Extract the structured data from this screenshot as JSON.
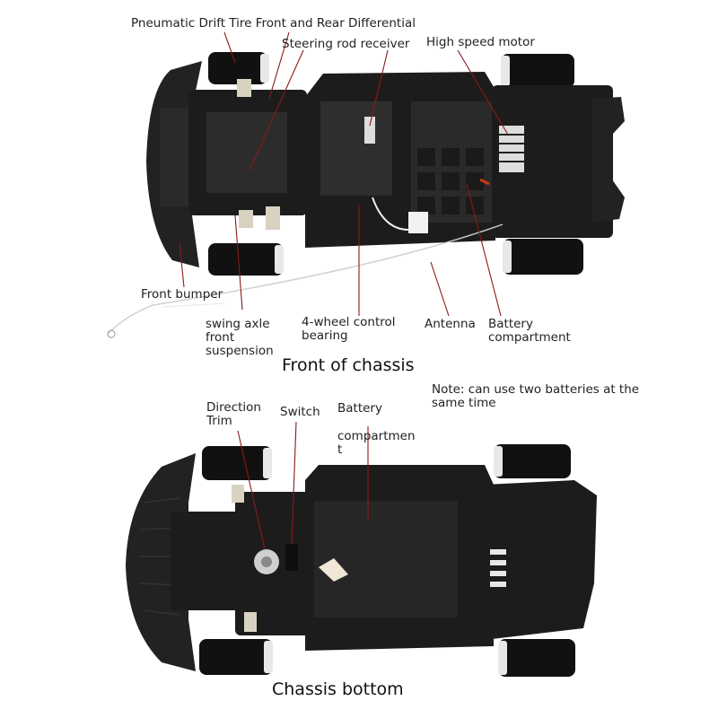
{
  "top_view": {
    "caption": "Front of chassis",
    "labels": {
      "pneumatic_tire": "Pneumatic Drift Tire Front and Rear Differential",
      "steering_receiver": "Steering rod receiver",
      "motor": "High speed motor",
      "front_bumper": "Front bumper",
      "swing_axle": [
        "swing axle",
        "front",
        "suspension"
      ],
      "control_bearing": [
        "4-wheel control",
        "bearing"
      ],
      "antenna": "Antenna",
      "battery": [
        "Battery",
        "compartment"
      ]
    }
  },
  "bottom_view": {
    "caption": "Chassis bottom",
    "labels": {
      "direction_trim": [
        "Direction",
        "Trim"
      ],
      "switch": "Switch",
      "battery": [
        "Battery",
        "compartmen",
        "t"
      ],
      "note": [
        "Note: can use two batteries at the",
        "same time"
      ]
    }
  },
  "colors": {
    "chassis": "#1c1c1c",
    "chassis_mid": "#2c2c2c",
    "tire": "#111111",
    "rim": "#e8e8e8",
    "leader": "#8a1a1a"
  }
}
